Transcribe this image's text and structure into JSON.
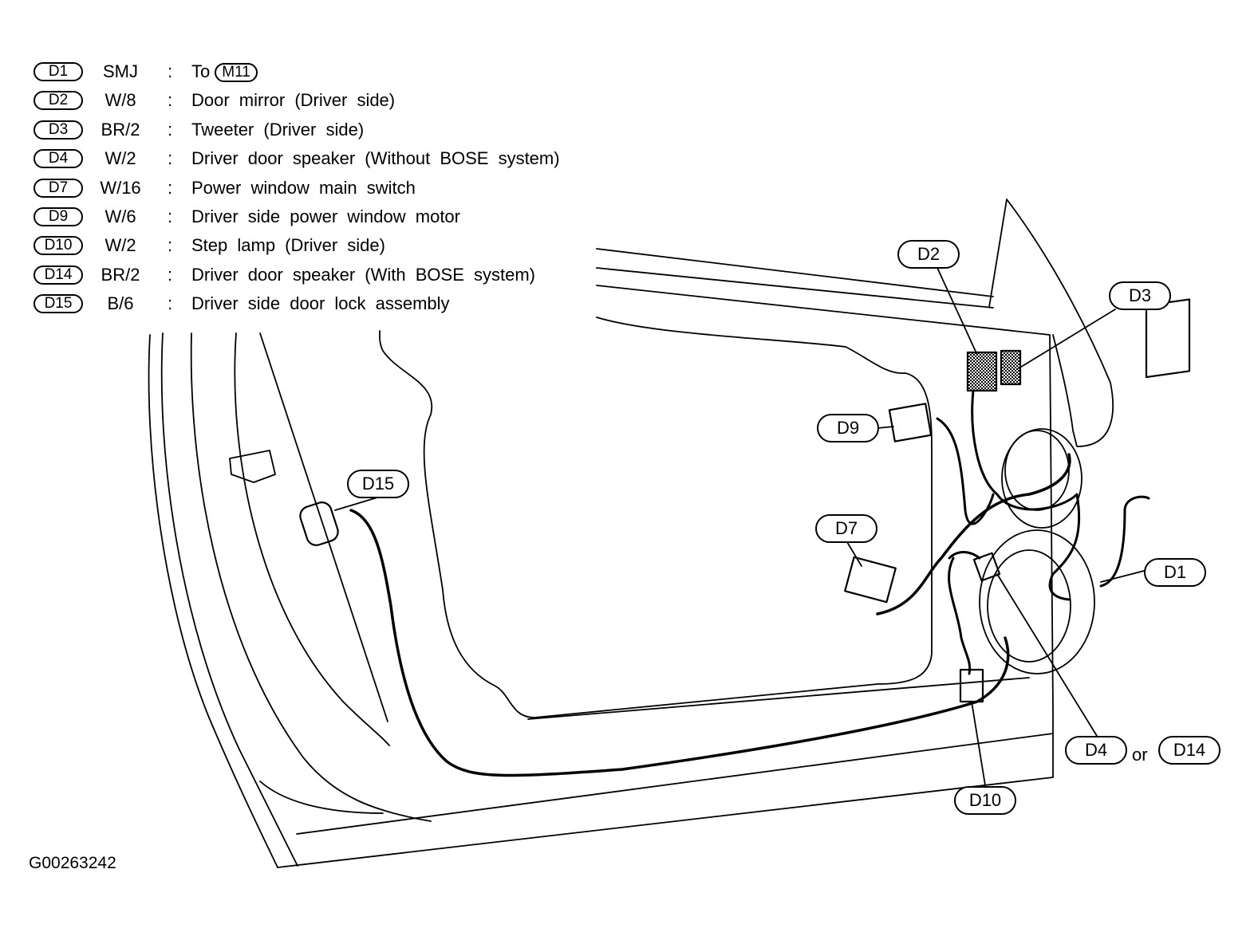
{
  "legend": {
    "rows": [
      {
        "id": "D1",
        "code": "SMJ",
        "desc": "To",
        "ref": "M11"
      },
      {
        "id": "D2",
        "code": "W/8",
        "desc": "Door mirror (Driver side)"
      },
      {
        "id": "D3",
        "code": "BR/2",
        "desc": "Tweeter (Driver side)"
      },
      {
        "id": "D4",
        "code": "W/2",
        "desc": "Driver door speaker (Without BOSE system)"
      },
      {
        "id": "D7",
        "code": "W/16",
        "desc": "Power window main switch"
      },
      {
        "id": "D9",
        "code": "W/6",
        "desc": "Driver side power window motor"
      },
      {
        "id": "D10",
        "code": "W/2",
        "desc": "Step lamp (Driver side)"
      },
      {
        "id": "D14",
        "code": "BR/2",
        "desc": "Driver door speaker (With BOSE system)"
      },
      {
        "id": "D15",
        "code": "B/6",
        "desc": "Driver side door lock assembly"
      }
    ],
    "separator": ":"
  },
  "callouts": {
    "d2": "D2",
    "d3": "D3",
    "d9": "D9",
    "d15": "D15",
    "d7": "D7",
    "d1": "D1",
    "d4": "D4",
    "or": "or",
    "d14": "D14",
    "d10": "D10"
  },
  "figure_id": "G00263242"
}
